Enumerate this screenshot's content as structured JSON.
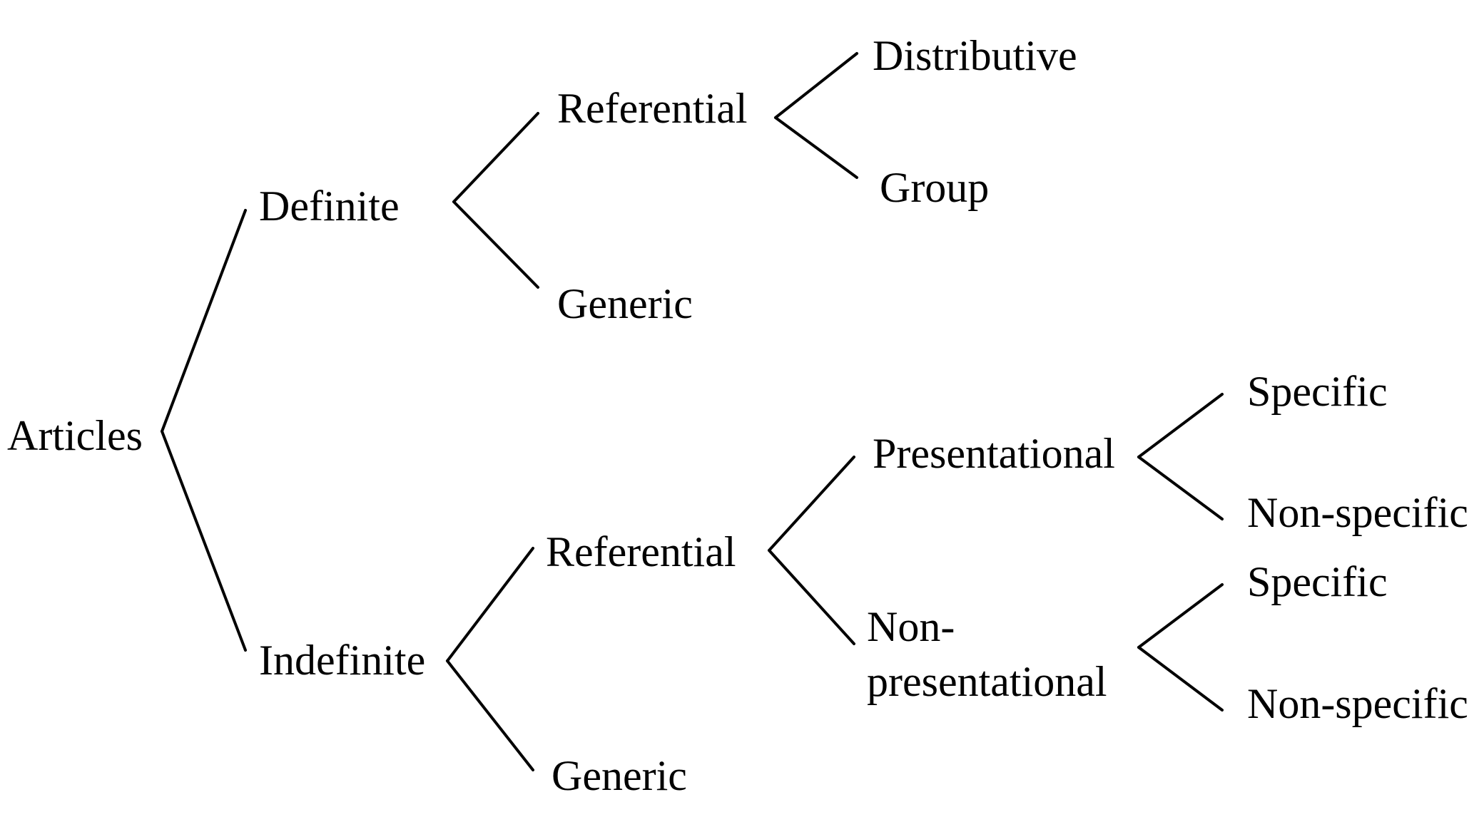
{
  "tree": {
    "root": "Articles",
    "definite": {
      "label": "Definite",
      "referential": {
        "label": "Referential",
        "distributive": "Distributive",
        "group": "Group"
      },
      "generic": "Generic"
    },
    "indefinite": {
      "label": "Indefinite",
      "referential": {
        "label": "Referential",
        "presentational": {
          "label": "Presentational",
          "specific": "Specific",
          "non_specific": "Non-specific"
        },
        "non_presentational": {
          "label_line1": "Non-",
          "label_line2": "presentational",
          "specific": "Specific",
          "non_specific": "Non-specific"
        }
      },
      "generic": "Generic"
    }
  }
}
